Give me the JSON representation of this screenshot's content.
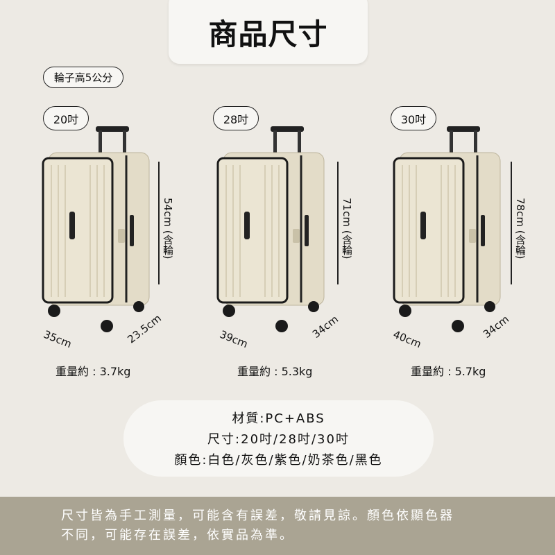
{
  "title": "商品尺寸",
  "wheel_note": "輪子高5公分",
  "models": [
    {
      "size": "20吋",
      "height": "54cm (含輪)",
      "width": "35cm",
      "depth": "23.5cm",
      "weight": "重量約 : 3.7kg"
    },
    {
      "size": "28吋",
      "height": "71cm (含輪)",
      "width": "39cm",
      "depth": "34cm",
      "weight": "重量約 : 5.3kg"
    },
    {
      "size": "30吋",
      "height": "78cm (含輪)",
      "width": "40cm",
      "depth": "34cm",
      "weight": "重量約 : 5.7kg"
    }
  ],
  "specs": {
    "material": "材質:PC+ABS",
    "sizes": "尺寸:20吋/28吋/30吋",
    "colors": "顏色:白色/灰色/紫色/奶茶色/黑色"
  },
  "footer": {
    "line1": "尺寸皆為手工測量，可能含有誤差，敬請見諒。顏色依顯色器",
    "line2": "不同，可能存在誤差，依實品為準。"
  },
  "colors": {
    "background": "#edeae4",
    "footer": "#aaa493",
    "suitcase": "#e3dcc8"
  }
}
